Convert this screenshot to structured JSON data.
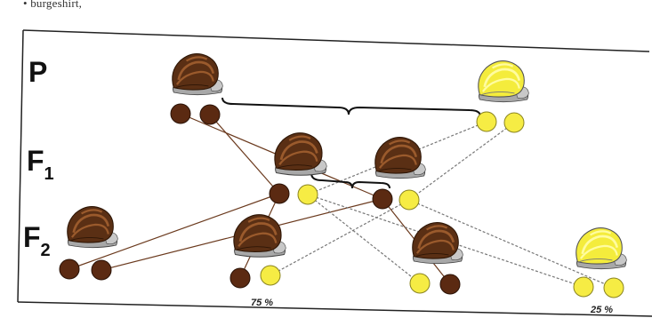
{
  "caption": "• burgeshirt,",
  "generations": {
    "p": "P",
    "f1": {
      "main": "F",
      "sub": "1"
    },
    "f2": {
      "main": "F",
      "sub": "2"
    }
  },
  "percentages": {
    "dark": "75 %",
    "light": "25 %"
  },
  "colors": {
    "shell_dark": "#5a2f14",
    "shell_dark_highlight": "#9a5a2c",
    "shell_light": "#f4ec3c",
    "shell_light_highlight": "#fffca0",
    "body": "#a8a8a8",
    "allele_dark": "#5b2a12",
    "allele_light": "#f6ec44",
    "line_dark": "#6b3a1e",
    "line_light": "#777777",
    "border": "#222222"
  },
  "icons": {
    "snail_dark": "snail-dark-icon",
    "snail_light": "snail-light-icon",
    "allele_dark": "allele-dark-dot",
    "allele_light": "allele-light-dot",
    "brace": "cross-brace"
  }
}
